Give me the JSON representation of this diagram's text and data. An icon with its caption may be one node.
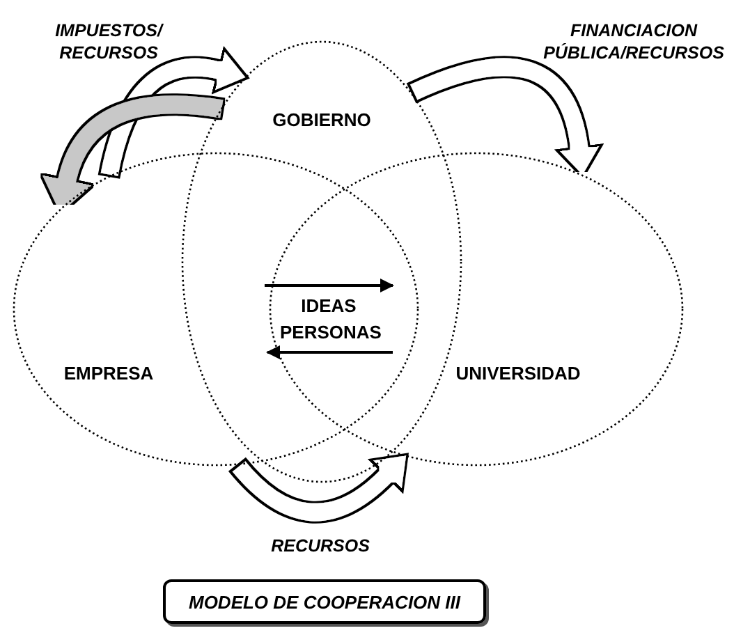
{
  "diagram": {
    "caption": "MODELO DE COOPERACION III",
    "nodes": [
      {
        "text": [
          "GOBIERNO"
        ]
      },
      {
        "text": [
          "EMPRESA"
        ]
      },
      {
        "text": [
          "UNIVERSIDAD"
        ]
      }
    ],
    "edges": [
      {
        "from": 1,
        "to": 0,
        "arrow": "to",
        "label": "IMPUESTOS/ RECURSOS"
      },
      {
        "from": 0,
        "to": 1,
        "arrow": "to",
        "color": "#c8c8c8"
      },
      {
        "from": 0,
        "to": 2,
        "arrow": "to",
        "label": "FINANCIACION PÚBLICA/RECURSOS"
      },
      {
        "from": 1,
        "to": 2,
        "arrow": "to",
        "label": "RECURSOS"
      }
    ],
    "labels": [
      "IDEAS PERSONAS"
    ]
  }
}
